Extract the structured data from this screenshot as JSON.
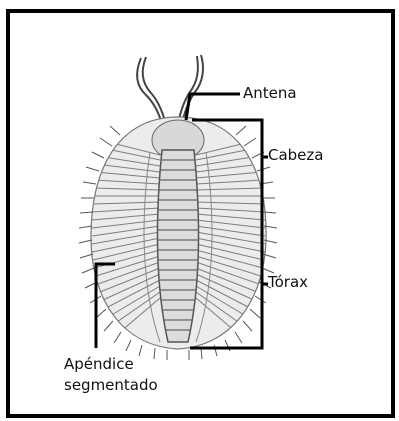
{
  "labels": {
    "antena": "Antena",
    "cabeza": "Cabeza",
    "torax": "Tórax",
    "apendice_line1": "Apéndice",
    "apendice_line2": "segmentado"
  },
  "colors": {
    "ink": "#111111",
    "body_fill": "#e9e9e9",
    "body_shade": "#8a8a8a"
  },
  "icons": {
    "specimen": "segmented-larva-drawing"
  }
}
